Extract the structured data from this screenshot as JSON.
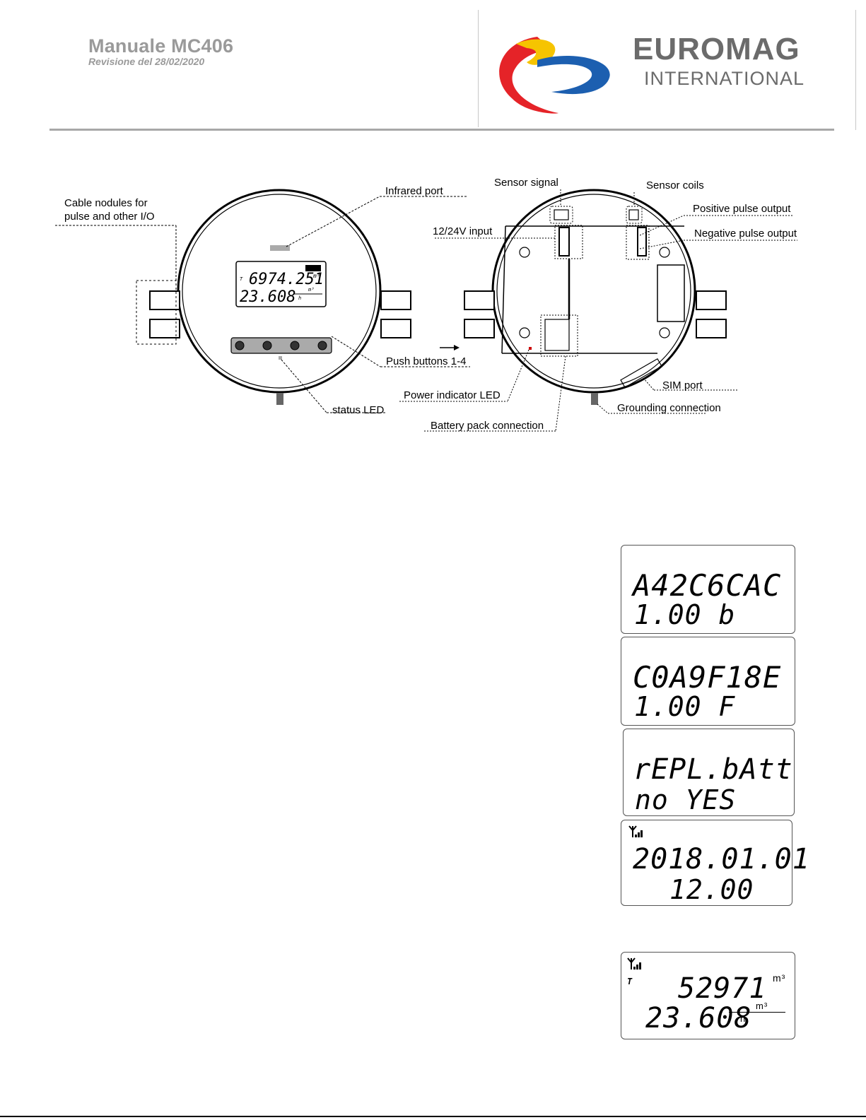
{
  "header": {
    "title": "Manuale MC406",
    "subtitle": "Revisione del 28/02/2020",
    "brand_line1": "EUROMAG",
    "brand_line2": "INTERNATIONAL"
  },
  "diagram": {
    "left_device_display": {
      "line1": "6974.251",
      "unit1": "m³",
      "line2": "23.608",
      "unit2_num": "m³",
      "unit2_den": "h",
      "mark": "T"
    },
    "labels": {
      "cable_nodules": "Cable nodules for",
      "cable_nodules_2": "pulse and other I/O",
      "infrared_port": "Infrared port",
      "push_buttons": "Push buttons 1-4",
      "status_led": "status LED",
      "sensor_signal": "Sensor signal",
      "sensor_coils": "Sensor coils",
      "positive_pulse": "Positive pulse output",
      "input_12_24": "12/24V input",
      "negative_pulse": "Negative pulse output",
      "power_led": "Power indicator LED",
      "battery_pack": "Battery pack connection",
      "sim_port": "SIM port",
      "grounding": "Grounding connection"
    }
  },
  "displays": [
    {
      "line1": "A42C6CAC",
      "line2": "1.00   b"
    },
    {
      "line1": "C0A9F18E",
      "line2": "1.00   F"
    },
    {
      "line1": "rEPL.bAtt",
      "line2": "no YES"
    },
    {
      "line1": "2018.01.01",
      "line2": "12.00"
    },
    {
      "line1": "52971",
      "unit1": "m³",
      "line2": "23.608",
      "unit2_num": "m³",
      "unit2_den": "h",
      "mark": "T"
    }
  ]
}
